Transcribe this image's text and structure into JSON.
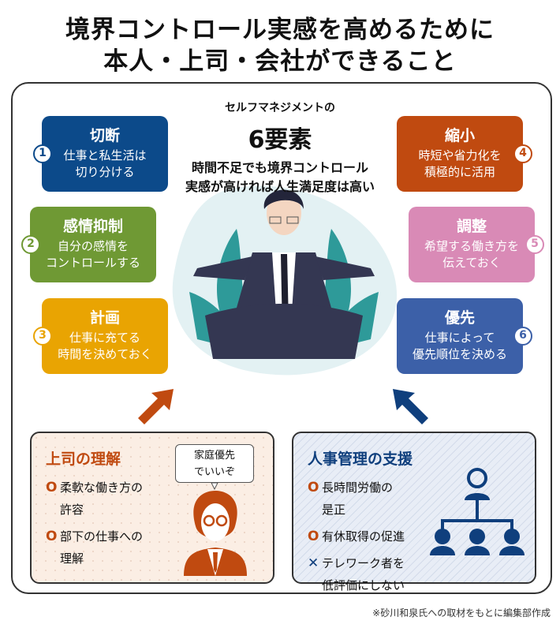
{
  "title": {
    "line1": "境界コントロール実感を高めるために",
    "line2": "本人・上司・会社ができること"
  },
  "center": {
    "pre": "セルフマネジメントの",
    "main": "6要素",
    "sub1": "時間不足でも境界コントロール",
    "sub2": "実感が高ければ人生満足度は高い"
  },
  "elements": [
    {
      "num": "1",
      "title": "切断",
      "l1": "仕事と私生活は",
      "l2": "切り分ける",
      "color": "#0c4a8a"
    },
    {
      "num": "2",
      "title": "感情抑制",
      "l1": "自分の感情を",
      "l2": "コントロールする",
      "color": "#6f9934"
    },
    {
      "num": "3",
      "title": "計画",
      "l1": "仕事に充てる",
      "l2": "時間を決めておく",
      "color": "#e9a402"
    },
    {
      "num": "4",
      "title": "縮小",
      "l1": "時短や省力化を",
      "l2": "積極的に活用",
      "color": "#c04a10"
    },
    {
      "num": "5",
      "title": "調整",
      "l1": "希望する働き方を",
      "l2": "伝えておく",
      "color": "#d98ab6"
    },
    {
      "num": "6",
      "title": "優先",
      "l1": "仕事によって",
      "l2": "優先順位を決める",
      "color": "#3c60a8"
    }
  ],
  "boss": {
    "title": "上司の理解",
    "bubble1": "家庭優先",
    "bubble2": "でいいぞ",
    "items": [
      {
        "mark": "O",
        "l1": "柔軟な働き方の",
        "l2": "許容"
      },
      {
        "mark": "O",
        "l1": "部下の仕事への",
        "l2": "理解"
      }
    ]
  },
  "hr": {
    "title": "人事管理の支援",
    "items": [
      {
        "mark": "O",
        "l1": "長時間労働の",
        "l2": "是正"
      },
      {
        "mark": "O",
        "l1": "有休取得の促進",
        "l2": ""
      },
      {
        "mark": "✕",
        "l1": "テレワーク者を",
        "l2": "低評価にしない"
      }
    ]
  },
  "footnote": "※砂川和泉氏への取材をもとに編集部作成"
}
